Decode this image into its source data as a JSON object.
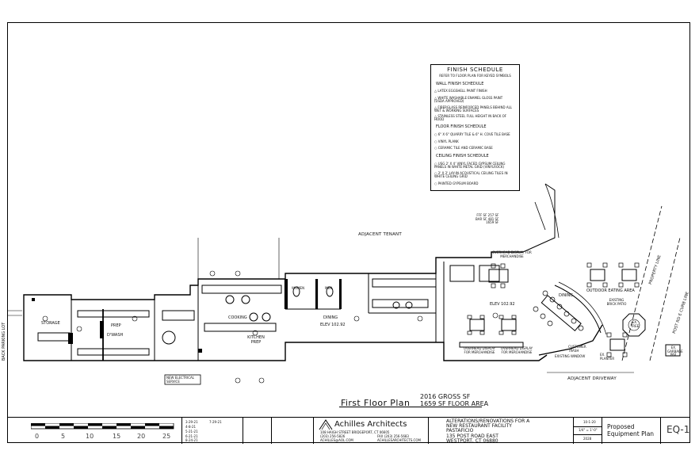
{
  "plan": {
    "adjacent_tenant": "ADJACENT TENANT",
    "adjacent_driveway": "ADJACENT DRIVEWAY",
    "back_parking_lot": "BACK PARKING LOT",
    "property_line": "PROPERTY LINE",
    "post_rd_curb": "POST RD E CURB LINE",
    "outdoor_eating": "OUTDOOR EATING AREA",
    "existing_brick_patio": "EXISTING BRICK PATIO",
    "dining_1": "DINING",
    "dining_2": "DINING",
    "elev_1": "ELEV 102.92",
    "elev_2": "ELEV 102.92",
    "kitchen": "KITCHEN PREP",
    "cooking": "COOKING",
    "prep": "PREP",
    "dwash": "D'WASH",
    "storage": "STORAGE",
    "women": "WOMEN",
    "men": "MEN",
    "new_electrical": "NEW ELECTRICAL SERVICE",
    "overhead_display": "OVERHEAD DISPLAY FOR MERCHANDISE",
    "existing_window": "EXISTING WINDOW",
    "customer_trash": "CUSTOMER TRASH",
    "ex_planter": "EX. PLANTER",
    "ex_garbage": "EX. GARBAGE PAIL",
    "ex_tree": "EX. TREE",
    "area_table": [
      "FFF SF  257 SF",
      "BAR SF  481 SF",
      "1659 SF"
    ]
  },
  "finish_schedule": {
    "title": "FINISH SCHEDULE",
    "note": "REFER TO FLOOR PLAN FOR KEYED SYMBOLS",
    "wall_title": "WALL FINISH SCHEDULE",
    "wall_items": [
      {
        "key": "1",
        "text": "LATEX EGGSHELL PAINT FINISH"
      },
      {
        "key": "2",
        "text": "WHITE WASHABLE ENAMEL GLOSS PAINT (USDA APPROVED)"
      },
      {
        "key": "3",
        "text": "FIBERGLASS REINFORCED PANELS BEHIND ALL WET & WORKING SURFACES"
      },
      {
        "key": "4",
        "text": "STAINLESS STEEL FULL HEIGHT IN BACK OF HOOD"
      }
    ],
    "floor_title": "FLOOR FINISH SCHEDULE",
    "floor_items": [
      {
        "key": "1",
        "text": "6\" X 6\" QUARRY TILE & 6\" H. COVE TILE BASE"
      },
      {
        "key": "2",
        "text": "VINYL PLANK"
      },
      {
        "key": "3",
        "text": "CERAMIC TILE AND CERAMIC BASE"
      }
    ],
    "ceiling_title": "CEILING FINISH SCHEDULE",
    "ceiling_items": [
      {
        "key": "A",
        "text": "USG 2' X 4' VINYL FACED GYPSUM CEILING PANELS IN WHITE METAL GRID (VINYLROCK)"
      },
      {
        "key": "B",
        "text": "2' X 2' LAY-IN ACOUSTICAL CEILING TILES IN WHITE CEILING GRID"
      },
      {
        "key": "C",
        "text": "PAINTED GYPSUM BOARD"
      }
    ]
  },
  "drawing_title": {
    "name": "First Floor Plan",
    "gross": "2016 GROSS SF",
    "floor_area": "1659 SF FLOOR AREA"
  },
  "scale_bar": {
    "labels": [
      "0",
      "5",
      "10",
      "15",
      "20",
      "25"
    ]
  },
  "title_block": {
    "revisions": [
      "3-29-21",
      "7-29-21",
      "4-8-21",
      "5-21-21",
      "6-21-21",
      "8-24-21"
    ],
    "firm_name": "Achilles Architects",
    "firm_address": "108 HAIGH STREET   BRIDGEPORT, CT 06605",
    "firm_phone": "(203) 256-5826",
    "firm_fax": "FAX (203) 256-5683",
    "firm_email": "ACHILLES@AOL.COM",
    "firm_web": "ACHILLESARCHITECTS.COM",
    "job_lines": [
      "ALTERATIONS/RENOVATIONS FOR A",
      "NEW RESTAURANT FACILITY",
      "PASTAFICIO",
      "135 POST ROAD EAST",
      "WESTPORT, CT 06880"
    ],
    "date": "10-1-20",
    "scale": "1/4\" = 1'-0\"",
    "job_no": "2028",
    "drawing_name_1": "Proposed",
    "drawing_name_2": "Equipment Plan",
    "sheet_no": "EQ-1"
  }
}
